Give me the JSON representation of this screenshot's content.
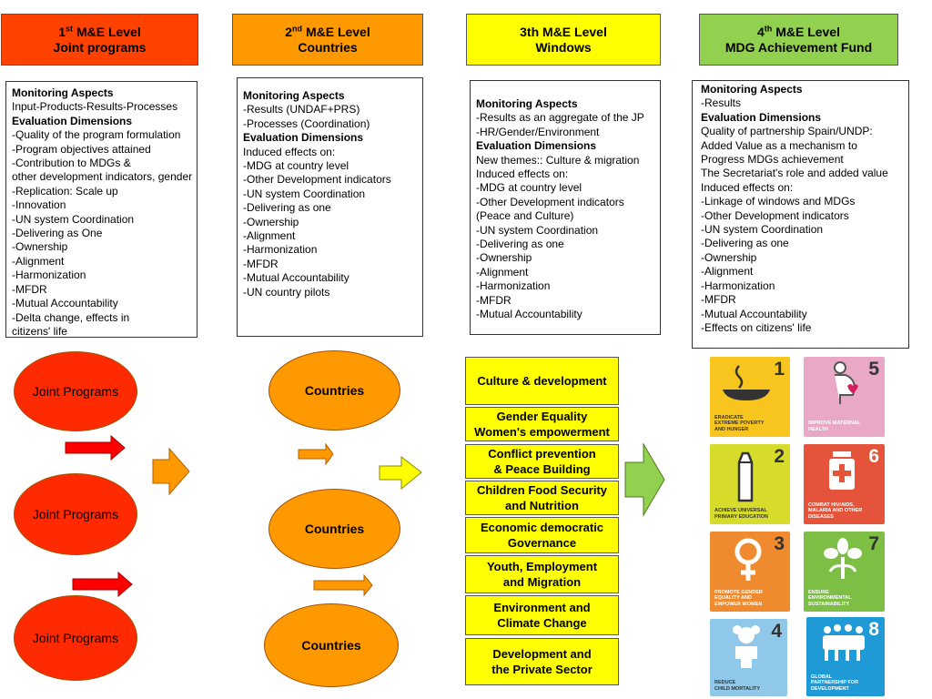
{
  "levels": [
    {
      "num": "1",
      "sup": "st",
      "title": "M&E Level",
      "subtitle": "Joint programs",
      "color": "#ff4200"
    },
    {
      "num": "2",
      "sup": "nd",
      "title": "M&E Level",
      "subtitle": "Countries",
      "color": "#ff9900"
    },
    {
      "num": "3th",
      "sup": "",
      "title": "M&E Level",
      "subtitle": "Windows",
      "color": "#ffff00"
    },
    {
      "num": "4",
      "sup": "th",
      "title": "M&E Level",
      "subtitle": "MDG Achievement Fund",
      "color": "#92d050"
    }
  ],
  "boxes": [
    {
      "lines": [
        {
          "t": "Monitoring Aspects",
          "b": true
        },
        {
          "t": "Input-Products-Results-Processes"
        },
        {
          "t": "Evaluation Dimensions",
          "b": true
        },
        {
          "t": "-Quality of the program formulation"
        },
        {
          "t": "-Program objectives attained"
        },
        {
          "t": "-Contribution to MDGs &"
        },
        {
          "t": "other development indicators, gender"
        },
        {
          "t": "-Replication: Scale up"
        },
        {
          "t": "-Innovation"
        },
        {
          "t": "-UN  system Coordination"
        },
        {
          "t": "-Delivering as One"
        },
        {
          "t": "-Ownership"
        },
        {
          "t": "-Alignment"
        },
        {
          "t": "-Harmonization"
        },
        {
          "t": "-MFDR"
        },
        {
          "t": "-Mutual Accountability"
        },
        {
          "t": "-Delta change, effects in"
        },
        {
          "t": "citizens' life"
        }
      ]
    },
    {
      "lines": [
        {
          "t": "Monitoring Aspects",
          "b": true
        },
        {
          "t": "-Results (UNDAF+PRS)"
        },
        {
          "t": "-Processes (Coordination)"
        },
        {
          "t": "Evaluation Dimensions",
          "b": true
        },
        {
          "t": "Induced effects on:"
        },
        {
          "t": " "
        },
        {
          "t": "-MDG at country level"
        },
        {
          "t": "-Other Development indicators"
        },
        {
          "t": "-UN  system Coordination"
        },
        {
          "t": "-Delivering as one"
        },
        {
          "t": "-Ownership"
        },
        {
          "t": "-Alignment"
        },
        {
          "t": "-Harmonization"
        },
        {
          "t": "-MFDR"
        },
        {
          "t": "-Mutual Accountability"
        },
        {
          "t": "-UN country pilots"
        }
      ]
    },
    {
      "lines": [
        {
          "t": "Monitoring Aspects",
          "b": true
        },
        {
          "t": "-Results as an aggregate of the JP"
        },
        {
          "t": "-HR/Gender/Environment"
        },
        {
          "t": "Evaluation Dimensions",
          "b": true
        },
        {
          "t": "New themes:: Culture & migration"
        },
        {
          "t": "Induced effects on:"
        },
        {
          "t": "-MDG at country level"
        },
        {
          "t": "-Other Development indicators"
        },
        {
          "t": "(Peace and Culture)"
        },
        {
          "t": "-UN  system Coordination"
        },
        {
          "t": "-Delivering as one"
        },
        {
          "t": "-Ownership"
        },
        {
          "t": "-Alignment"
        },
        {
          "t": "-Harmonization"
        },
        {
          "t": "-MFDR"
        },
        {
          "t": "-Mutual Accountability"
        }
      ]
    },
    {
      "lines": [
        {
          "t": "Monitoring Aspects",
          "b": true
        },
        {
          "t": "-Results"
        },
        {
          "t": "Evaluation Dimensions",
          "b": true
        },
        {
          "t": "Quality of partnership Spain/UNDP:"
        },
        {
          "t": "Added Value as a mechanism to"
        },
        {
          "t": "Progress MDGs achievement"
        },
        {
          "t": "The Secretariat's role and added value"
        },
        {
          "t": "Induced effects on:"
        },
        {
          "t": "-Linkage of windows and MDGs"
        },
        {
          "t": "-Other Development indicators"
        },
        {
          "t": "-UN  system Coordination"
        },
        {
          "t": "-Delivering as one"
        },
        {
          "t": "-Ownership"
        },
        {
          "t": "-Alignment"
        },
        {
          "t": "-Harmonization"
        },
        {
          "t": "-MFDR"
        },
        {
          "t": "-Mutual Accountability"
        },
        {
          "t": "-Effects on citizens' life"
        }
      ]
    }
  ],
  "joint_programs": [
    "Joint Programs",
    "Joint Programs",
    "Joint Programs"
  ],
  "countries": [
    "Countries",
    "Countries",
    "Countries"
  ],
  "windows": [
    "Culture & development",
    "Gender Equality\nWomen's empowerment",
    "Conflict prevention\n& Peace Building",
    "Children Food Security\nand Nutrition",
    "Economic democratic\nGovernance",
    "Youth, Employment\nand Migration",
    "Environment and\nClimate Change",
    "Development and\nthe Private Sector"
  ],
  "mdgs": [
    {
      "n": "1",
      "cap": "Eradicate\nextreme poverty\nand hunger",
      "color": "#f7c51e",
      "icon": "bowl-icon"
    },
    {
      "n": "5",
      "cap": "Improve maternal\nhealth",
      "color": "#e9a9c6",
      "icon": "mother-icon"
    },
    {
      "n": "2",
      "cap": "Achieve universal\nprimary education",
      "color": "#d7dc2a",
      "icon": "pencil-icon"
    },
    {
      "n": "6",
      "cap": "Combat HIV/AIDS,\nmalaria and other\ndiseases",
      "color": "#e5543a",
      "icon": "medicine-icon"
    },
    {
      "n": "3",
      "cap": "Promote gender\nequality and\nempower women",
      "color": "#f08a2e",
      "icon": "female-symbol-icon"
    },
    {
      "n": "7",
      "cap": "Ensure\nenvironmental\nsustainability",
      "color": "#7dbf45",
      "icon": "plant-icon"
    },
    {
      "n": "4",
      "cap": "Reduce\nchild mortality",
      "color": "#8fc8e8",
      "icon": "child-icon"
    },
    {
      "n": "8",
      "cap": "Global\npartnership for\ndevelopment",
      "color": "#1f9ad6",
      "icon": "people-icon"
    }
  ]
}
